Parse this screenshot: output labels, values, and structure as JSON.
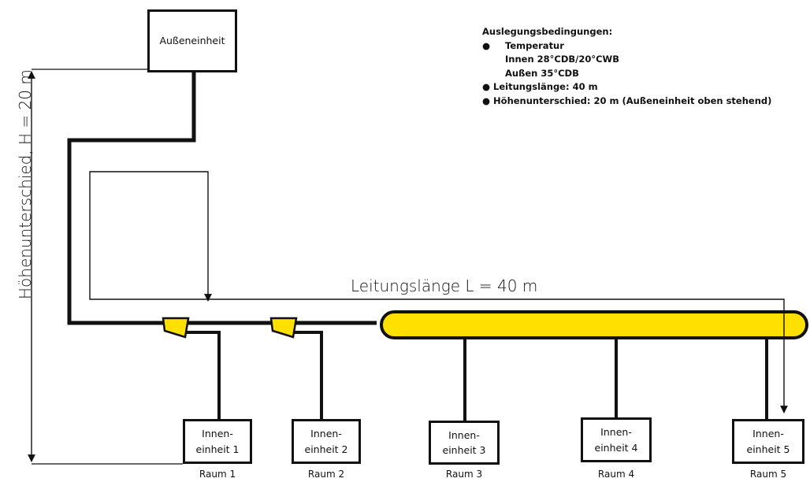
{
  "outdoor_unit": {
    "label": "Außeneinheit"
  },
  "indoor_units": [
    {
      "line1": "Innen-",
      "line2": "einheit 1",
      "room": "Raum 1"
    },
    {
      "line1": "Innen-",
      "line2": "einheit 2",
      "room": "Raum 2"
    },
    {
      "line1": "Innen-",
      "line2": "einheit 3",
      "room": "Raum 3"
    },
    {
      "line1": "Innen-",
      "line2": "einheit 4",
      "room": "Raum 4"
    },
    {
      "line1": "Innen-",
      "line2": "einheit 5",
      "room": "Raum 5"
    }
  ],
  "conditions": {
    "title": "Auslegungsbedingungen:",
    "temperature_label": "Temperatur",
    "temperature_inside": "Innen 28°CDB/20°CWB",
    "temperature_outside": "Außen 35°CDB",
    "pipe_length": "Leitungslänge: 40 m",
    "height_difference": "Höhenunterschied: 20 m (Außeneinheit oben stehend)"
  },
  "dimensions": {
    "length_label": "Leitungslänge L = 40 m",
    "height_label": "Höhenunterschied, H = 20 m"
  },
  "colors": {
    "header_pipe": "#FFE000",
    "line": "#111111"
  }
}
